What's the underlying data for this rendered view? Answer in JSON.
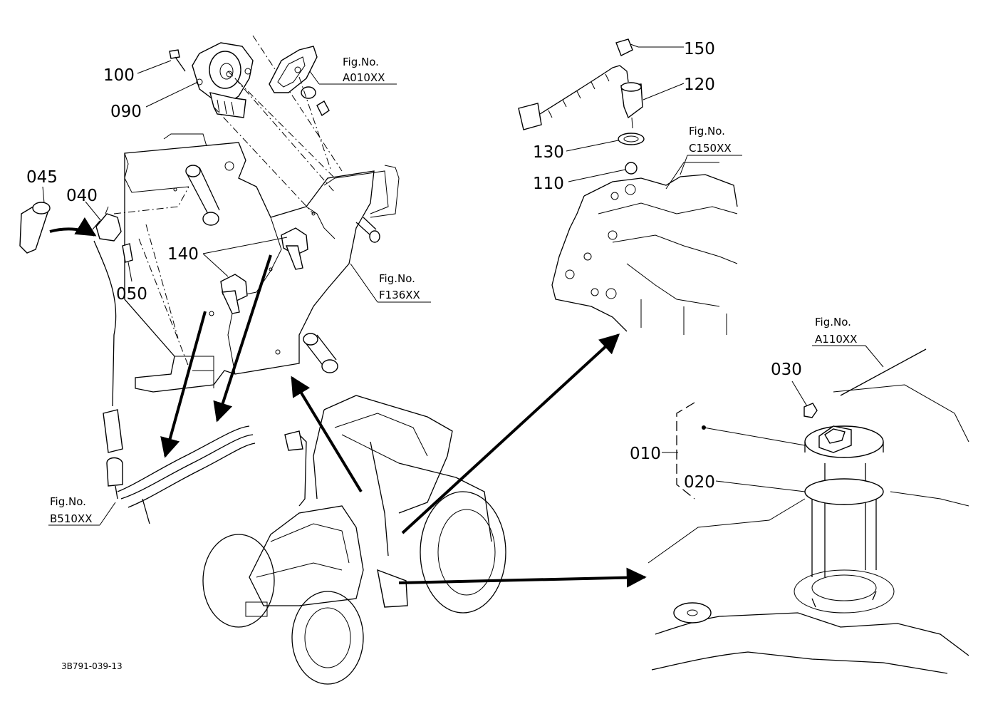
{
  "parts": {
    "p010": "010",
    "p020": "020",
    "p030": "030",
    "p040": "040",
    "p045": "045",
    "p050": "050",
    "p090": "090",
    "p100": "100",
    "p110": "110",
    "p120": "120",
    "p130": "130",
    "p140": "140",
    "p150": "150"
  },
  "figrefs": {
    "a010": {
      "title": "Fig.No.",
      "code": "A010XX"
    },
    "c150": {
      "title": "Fig.No.",
      "code": "C150XX"
    },
    "f136": {
      "title": "Fig.No.",
      "code": "F136XX"
    },
    "a110": {
      "title": "Fig.No.",
      "code": "A110XX"
    },
    "b510": {
      "title": "Fig.No.",
      "code": "B510XX"
    }
  },
  "drawing_code": "3B791-039-13"
}
